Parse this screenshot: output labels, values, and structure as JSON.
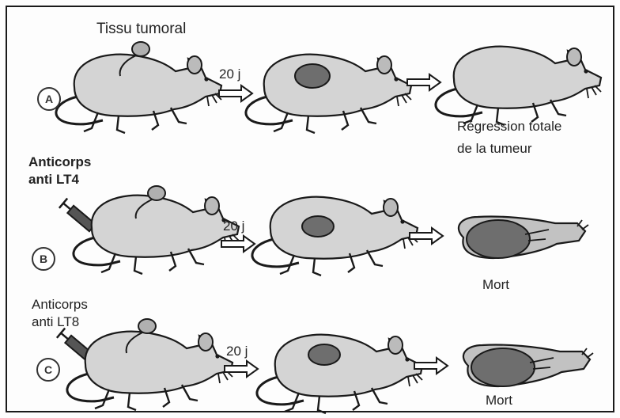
{
  "rows": [
    {
      "id": "A",
      "label": "A",
      "treatment": "Tissu tumoral",
      "delay": "20 j",
      "outcome": "Régression totale\nde la tumeur"
    },
    {
      "id": "B",
      "label": "B",
      "treatment": "Anticorps\nanti LT4",
      "delay": "20 j",
      "outcome": "Mort"
    },
    {
      "id": "C",
      "label": "C",
      "treatment": "Anticorps\nanti LT8",
      "delay": "20 j",
      "outcome": "Mort"
    }
  ],
  "colors": {
    "mouse_light": "#d4d4d4",
    "mouse_mid": "#a8a8a8",
    "tumor": "#6e6e6e",
    "outline": "#1a1a1a"
  },
  "icons": [
    "mouse-icon",
    "tumor-fragment-icon",
    "syringe-icon",
    "arrow-icon",
    "dead-mouse-icon"
  ]
}
